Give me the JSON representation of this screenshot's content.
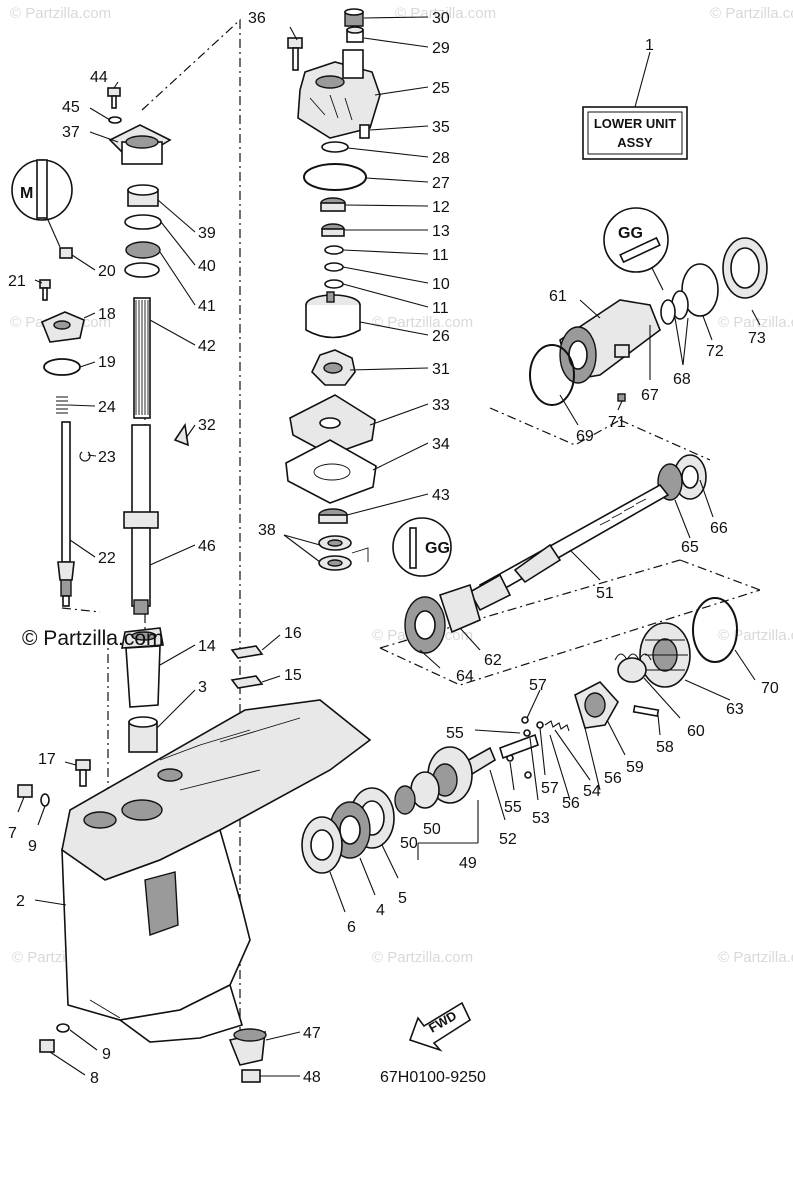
{
  "watermark": "© Partzilla.com",
  "copyright_logo": "© Partzilla.com",
  "assembly_box": {
    "line1": "LOWER UNIT",
    "line2": "ASSY",
    "ref": "1"
  },
  "diagram_code": "67H0100-9250",
  "fwd_label": "FWD",
  "inset_letters": {
    "m": "M",
    "g1": "GG",
    "g2": "GG"
  },
  "callouts": {
    "c36": "36",
    "c30": "30",
    "c29": "29",
    "c25": "25",
    "c35": "35",
    "c28": "28",
    "c27": "27",
    "c12": "12",
    "c13": "13",
    "c11a": "11",
    "c10": "10",
    "c11b": "11",
    "c26": "26",
    "c31": "31",
    "c33": "33",
    "c34": "34",
    "c43": "43",
    "c38": "38",
    "c44": "44",
    "c45": "45",
    "c37": "37",
    "c39": "39",
    "c40": "40",
    "c41": "41",
    "c42": "42",
    "c20": "20",
    "c21": "21",
    "c18": "18",
    "c19": "19",
    "c24": "24",
    "c23": "23",
    "c22": "22",
    "c32": "32",
    "c46": "46",
    "c14": "14",
    "c16": "16",
    "c15": "15",
    "c3": "3",
    "c61": "61",
    "c73": "73",
    "c72": "72",
    "c68": "68",
    "c67": "67",
    "c71": "71",
    "c69": "69",
    "c66": "66",
    "c65": "65",
    "c51": "51",
    "c62": "62",
    "c64": "64",
    "c70": "70",
    "c63": "63",
    "c60": "60",
    "c58": "58",
    "c57a": "57",
    "c55a": "55",
    "c59": "59",
    "c54": "54",
    "c56a": "56",
    "c57b": "57",
    "c56b": "56",
    "c53": "53",
    "c55b": "55",
    "c52": "52",
    "c50a": "50",
    "c50b": "50",
    "c49": "49",
    "c5": "5",
    "c4": "4",
    "c6": "6",
    "c17": "17",
    "c7": "7",
    "c9a": "9",
    "c2": "2",
    "c9b": "9",
    "c8": "8",
    "c47": "47",
    "c48": "48"
  }
}
